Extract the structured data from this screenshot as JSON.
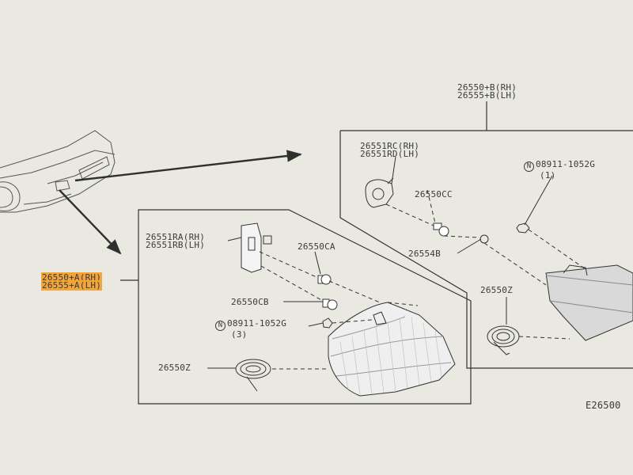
{
  "diagram_code": "E26500",
  "rear_assembly": {
    "line1": "26550+B(RH)",
    "line2": "26555+B(LH)"
  },
  "front_assembly": {
    "line1": "26550+A(RH)",
    "line2": "26555+A(LH)"
  },
  "rear_parts": {
    "socket": {
      "line1": "26551RC(RH)",
      "line2": "26551RD(LH)"
    },
    "bulb": "26550CC",
    "nut_circle": "N",
    "nut": "08911-1052G",
    "nut_qty": "(1)",
    "spacer": "26554B",
    "seal": "26550Z"
  },
  "front_parts": {
    "socket": {
      "line1": "26551RA(RH)",
      "line2": "26551RB(LH)"
    },
    "bulb_a": "26550CA",
    "bulb_b": "26550CB",
    "nut_circle": "N",
    "nut": "08911-1052G",
    "nut_qty": "(3)",
    "seal": "26550Z"
  },
  "colors": {
    "line": "#2f2f2f",
    "highlight": "#f3a53a",
    "paper": "#e9e8e1"
  }
}
